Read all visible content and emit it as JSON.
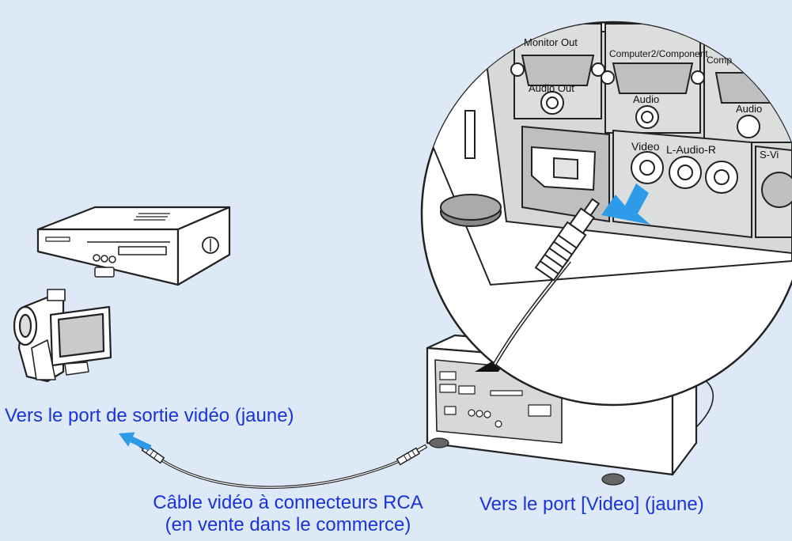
{
  "colors": {
    "background": "#dde9f7",
    "label_text": "#1a33d9",
    "arrow": "#2e9be8",
    "outline": "#222222",
    "device_fill": "#ffffff",
    "port_panel": "#d7d9d9",
    "screen_fill": "#c9cacc"
  },
  "labels": {
    "source_port": "Vers le port de sortie vidéo (jaune)",
    "cable_line1": "Câble vidéo à connecteurs RCA",
    "cable_line2": "(en vente dans le commerce)",
    "projector_port": "Vers le port [Video] (jaune)"
  },
  "panel_labels": {
    "monitor_out": "Monitor Out",
    "audio_out": "Audio Out",
    "computer2": "Computer2/Component",
    "computer_partial": "Comp",
    "audio": "Audio",
    "audio_partial": "Audio",
    "video": "Video",
    "l_audio_r": "L-Audio-R",
    "s_video": "S-Vi"
  },
  "icons": [
    "vcr-icon",
    "camcorder-icon",
    "projector-icon",
    "rca-cable-icon",
    "arrow-icon",
    "magnifier-circle-icon"
  ]
}
